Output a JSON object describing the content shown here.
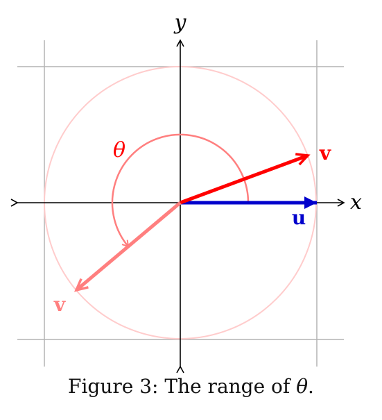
{
  "labels": {
    "x_axis": "x",
    "y_axis": "y",
    "theta": "θ",
    "vector_u": "u",
    "vector_v": "v",
    "vector_v_rotated": "v"
  },
  "caption": {
    "prefix": "Figure 3: The range of ",
    "symbol": "θ",
    "suffix": "."
  },
  "colors": {
    "axis": "#000000",
    "grid": "#b3b3b3",
    "circle": "#ffcccc",
    "vector_u": "#0000cc",
    "vector_v": "#ff0000",
    "vector_v_rotated": "#ff7f7f",
    "theta_arc": "#ff7f7f",
    "theta_label": "#ff0000"
  }
}
